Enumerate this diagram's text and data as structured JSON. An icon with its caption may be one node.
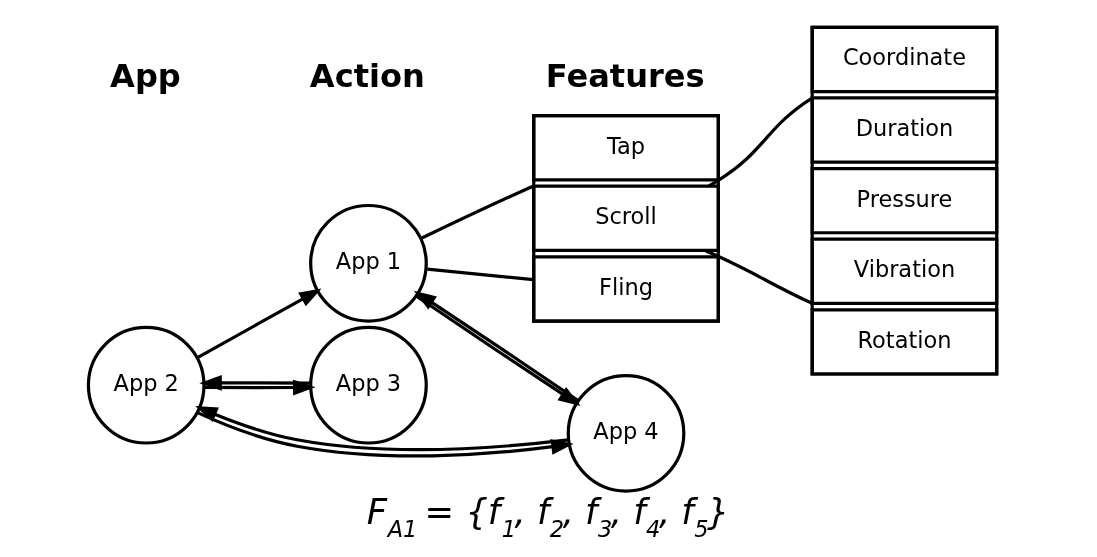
{
  "diagram": {
    "caption": "*F$_{A1}$ = {f$_{1}$, f$_{2}$, f$_{3}$, f$_{4}$, f$_{5}$}*",
    "nodes": [
      {
        "text": [
          "App 2"
        ]
      },
      {
        "text": [
          "App 1"
        ]
      },
      {
        "text": [
          "App 3"
        ]
      },
      {
        "text": [
          "App 4"
        ]
      },
      {
        "text": [],
        "shape": "box"
      },
      {
        "text": [
          "Tap"
        ],
        "in": 4
      },
      {
        "text": [
          "Scroll"
        ],
        "in": 4
      },
      {
        "text": [
          "Fling"
        ],
        "in": 4
      },
      {
        "text": [],
        "shape": "box"
      },
      {
        "text": [
          "Coordinate"
        ],
        "in": 8
      },
      {
        "text": [
          "Duration"
        ],
        "in": 8
      },
      {
        "text": [
          "Pressure"
        ],
        "in": 8
      },
      {
        "text": [
          "Vibration"
        ],
        "in": 8
      },
      {
        "text": [
          "Rotation"
        ],
        "in": 8
      }
    ],
    "edges": [
      {
        "from": 0,
        "to": 1,
        "arrow": "to"
      },
      {
        "from": 2,
        "to": 0,
        "arrow": "to"
      },
      {
        "from": 0,
        "to": 2,
        "arrow": "to"
      },
      {
        "from": 0,
        "to": 3,
        "arrow": "to"
      },
      {
        "from": 3,
        "to": 0,
        "arrow": "to"
      },
      {
        "from": 1,
        "to": 3,
        "arrow": "to"
      },
      {
        "from": 3,
        "to": 1,
        "arrow": "to"
      },
      {
        "from": 1,
        "to": 4,
        "arrow": "none"
      },
      {
        "from": 1,
        "to": 4,
        "arrow": "none"
      },
      {
        "from": 6,
        "to": 8,
        "arrow": "none"
      },
      {
        "from": 6,
        "to": 8,
        "arrow": "none"
      }
    ],
    "labels": [
      "App",
      "Action",
      "Features"
    ]
  }
}
